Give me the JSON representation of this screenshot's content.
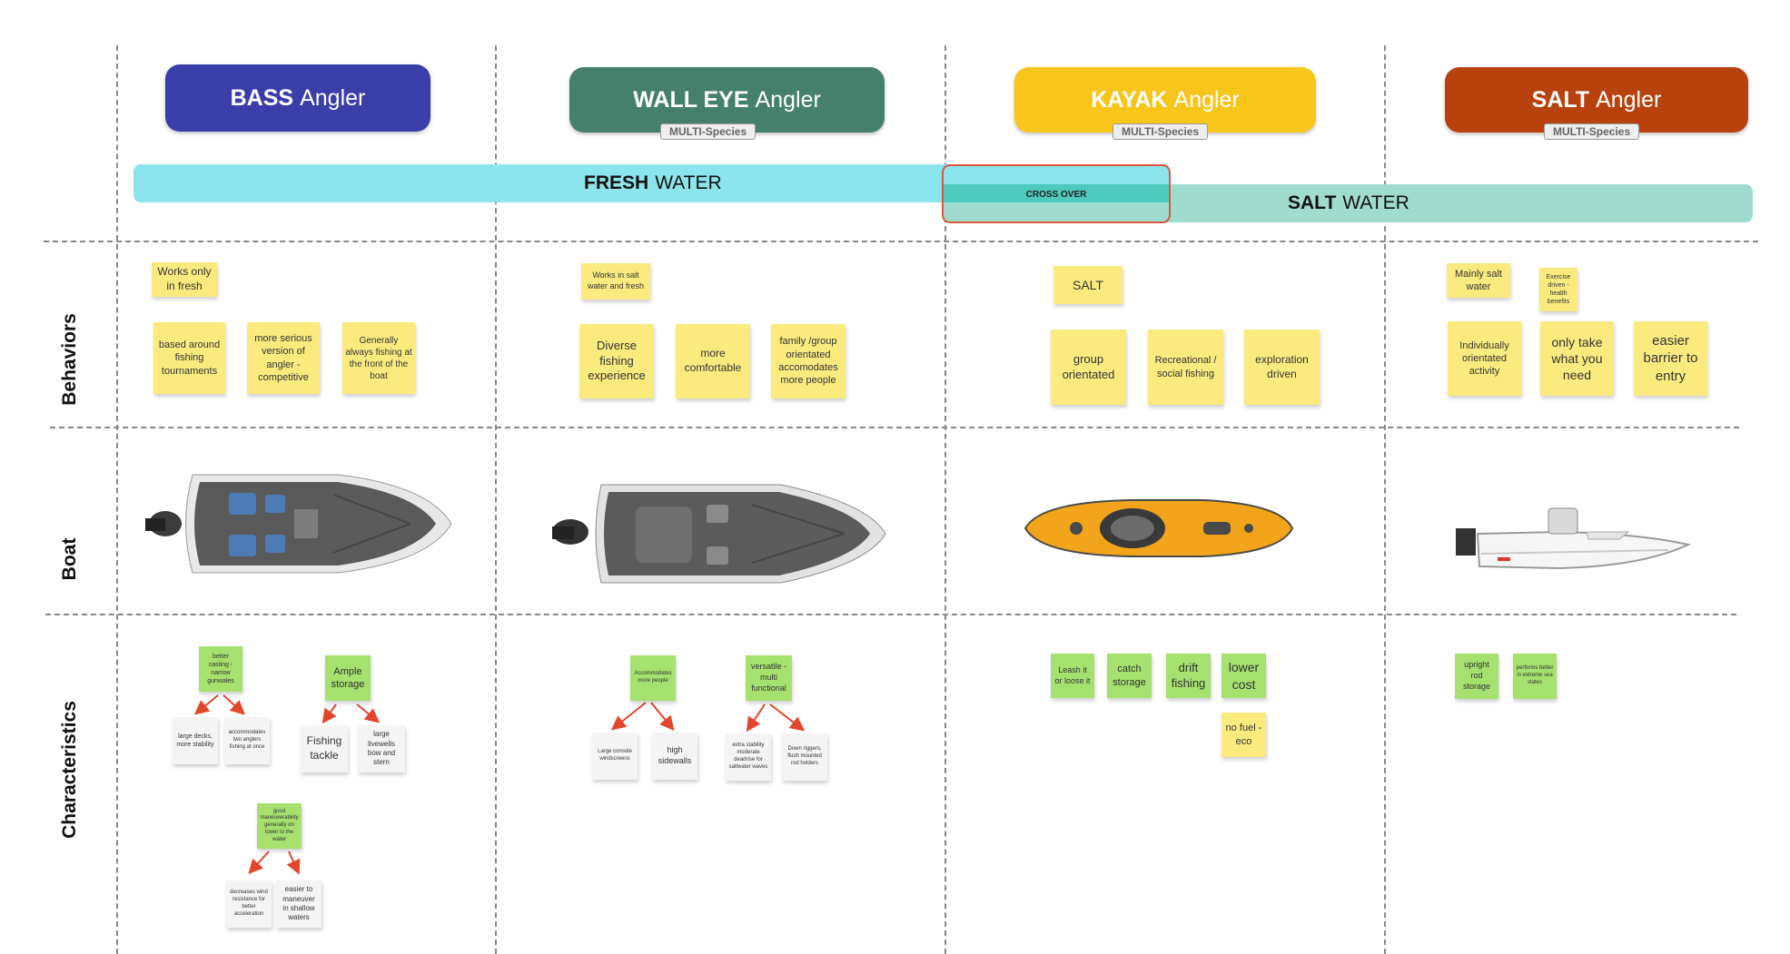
{
  "colors": {
    "bass": "#3a3ea8",
    "walleye": "#44806b",
    "kayak": "#f8c51a",
    "salt": "#b8420e",
    "fresh_band": "#8ce4ec",
    "salt_band": "#9fdccd",
    "crossover_border": "#d9573e",
    "sticky_yellow": "#fbeb7e",
    "sticky_green": "#a6e06f",
    "sticky_white": "#f4f4f4",
    "arrow": "#e2462c"
  },
  "anglers": {
    "bass": {
      "bold": "BASS",
      "rest": "Angler"
    },
    "walleye": {
      "bold": "WALL EYE",
      "rest": "Angler",
      "badge": "MULTI-Species"
    },
    "kayak": {
      "bold": "KAYAK",
      "rest": "Angler",
      "badge": "MULTI-Species"
    },
    "salt": {
      "bold": "SALT",
      "rest": "Angler",
      "badge": "MULTI-Species"
    }
  },
  "bands": {
    "fresh": {
      "bold": "FRESH",
      "rest": "WATER"
    },
    "salt": {
      "bold": "SALT",
      "rest": "WATER"
    },
    "crossover": "CROSS OVER"
  },
  "rows": {
    "behaviors": "Behaviors",
    "boat": "Boat",
    "characteristics": "Characteristics"
  },
  "behaviors": {
    "bass": [
      "Works only in fresh",
      "based around fishing tournaments",
      "more serious version of angler - competitive",
      "Generally always fishing at the front of the boat"
    ],
    "walleye": [
      "Works in salt water and fresh",
      "Diverse fishing experience",
      "more comfortable",
      "family /group orientated accomodates more people"
    ],
    "kayak": [
      "SALT",
      "group orientated",
      "Recreational / social fishing",
      "exploration driven"
    ],
    "salt": [
      "Mainly salt water",
      "Exercise driven - health benefits",
      "Individually orientated activity",
      "only take what you need",
      "easier barrier to entry"
    ]
  },
  "boats": {
    "bass": "bass-boat-icon",
    "walleye": "walleye-boat-icon",
    "kayak": "kayak-icon",
    "salt": "center-console-boat-icon"
  },
  "characteristics": {
    "bass": {
      "green": [
        "better casting - narrow gunwales",
        "Ample storage",
        "good maneuverability generally on lower to the water"
      ],
      "white": [
        "large decks, more stability",
        "accommodates two anglers fishing at once",
        "Fishing tackle",
        "large livewells bow and stern",
        "decreases wind resistance for better acceleration",
        "easier to maneuver in shallow waters"
      ]
    },
    "walleye": {
      "green": [
        "Accommodates more people",
        "versatile - multi functional"
      ],
      "white": [
        "Large console windscreens",
        "high sidewalls",
        "extra stability moderate deadrise for saltwater waves",
        "Down riggers, flush mounted rod holders"
      ]
    },
    "kayak": {
      "green": [
        "Leash it or loose it",
        "catch storage",
        "drift fishing",
        "lower cost"
      ],
      "yellow": [
        "no fuel - eco"
      ]
    },
    "salt": {
      "green": [
        "upright rod storage",
        "performs better in extreme sea states"
      ]
    }
  }
}
